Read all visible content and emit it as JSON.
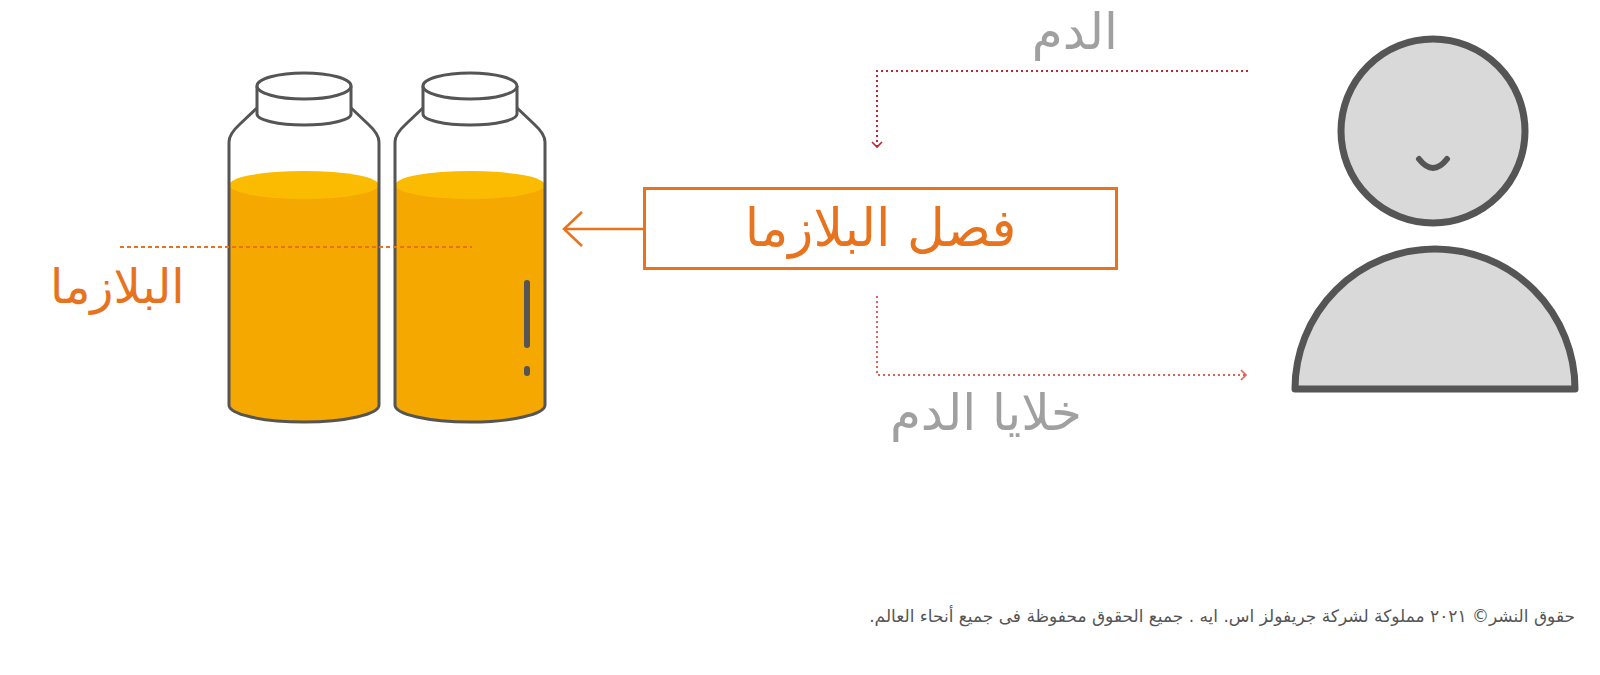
{
  "diagram": {
    "nodes": [
      {
        "text": [
          "فصل البلازما"
        ]
      }
    ],
    "labels": [
      "الدم",
      "خلايا الدم",
      "البلازما",
      "حقوق النشر© ٢٠٢١ مملوكة لشركة جريفولز اس. ايه . جميع الحقوق محفوظة فى جميع أنحاء العالم."
    ]
  }
}
